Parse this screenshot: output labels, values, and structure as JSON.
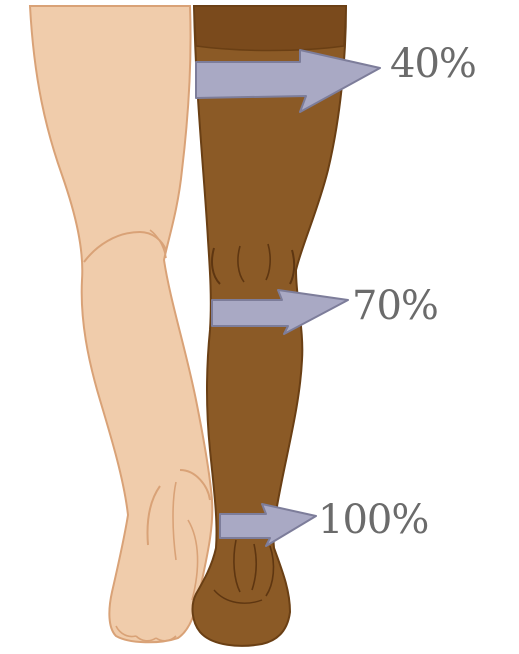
{
  "labels": {
    "top": "40%",
    "middle": "70%",
    "bottom": "100%"
  },
  "colors": {
    "bare_skin": "#f0ccab",
    "bare_skin_outline": "#d9a277",
    "stocking": "#8b5a26",
    "stocking_top_band": "#7a4a1c",
    "stocking_outline": "#6a3f14",
    "arrow_fill": "#a9a9c4",
    "arrow_outline": "#7d7d9a",
    "label_text": "#6b6b6b"
  }
}
